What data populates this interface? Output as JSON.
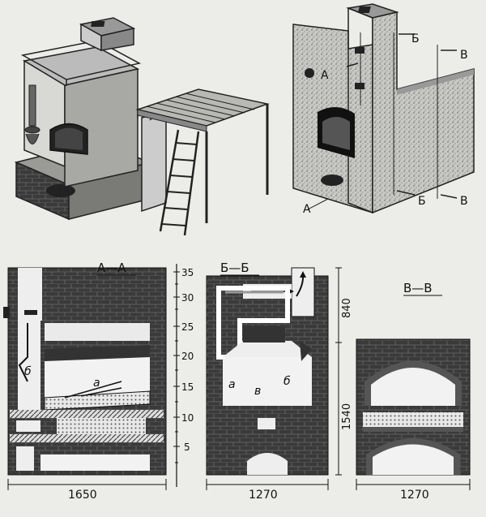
{
  "top_view": {
    "letters": {
      "a_top": "А",
      "b_top": "Б",
      "v_top": "В",
      "a_bottom": "А",
      "b_bottom": "Б",
      "v_bottom": "В"
    }
  },
  "sections": {
    "aa": {
      "title": "А—А",
      "width_dim": "1650",
      "label_b": "б",
      "label_a": "а"
    },
    "bb": {
      "title": "Б—Б",
      "width_dim": "1270",
      "label_a": "а",
      "label_v": "в",
      "label_b": "б",
      "height_top": "840",
      "height_bottom": "1540"
    },
    "vv": {
      "title": "В—В",
      "width_dim": "1270"
    }
  },
  "scale": {
    "ticks": [
      "35",
      "30",
      "25",
      "20",
      "15",
      "10",
      "5"
    ]
  }
}
